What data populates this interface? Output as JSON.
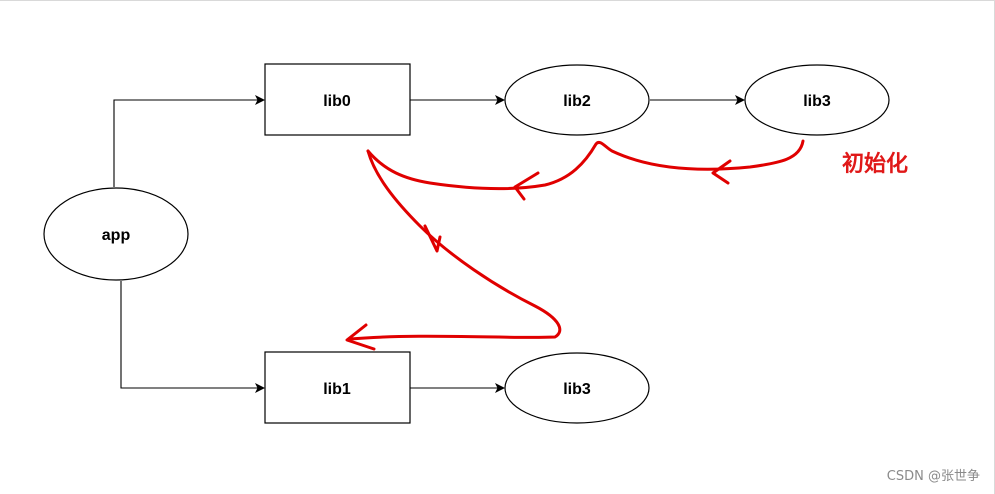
{
  "nodes": {
    "app": {
      "label": "app"
    },
    "lib0": {
      "label": "lib0"
    },
    "lib2": {
      "label": "lib2"
    },
    "lib3_top": {
      "label": "lib3"
    },
    "lib1": {
      "label": "lib1"
    },
    "lib3_bottom": {
      "label": "lib3"
    }
  },
  "annotation": {
    "label": "初始化",
    "color": "#e00000"
  },
  "watermark": "CSDN @张世争"
}
